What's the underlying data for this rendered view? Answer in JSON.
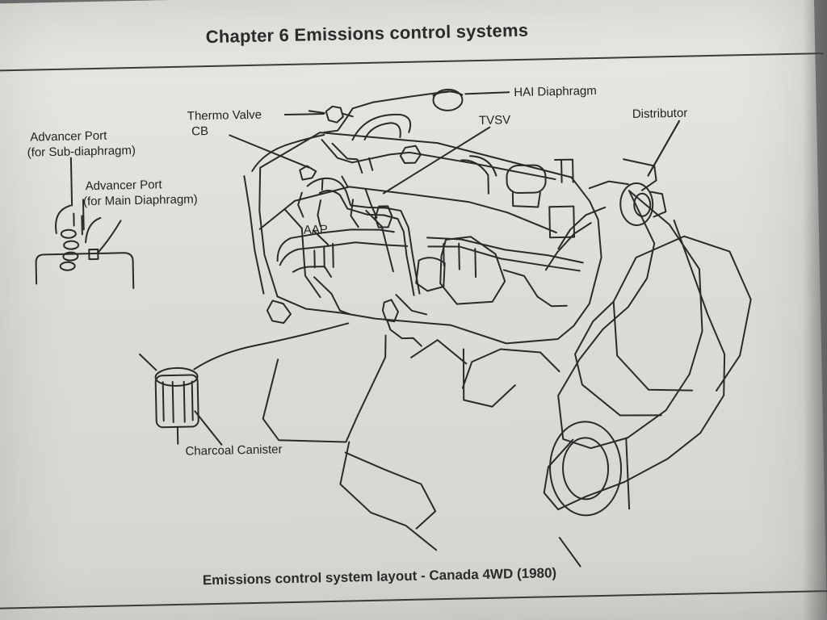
{
  "header": {
    "title": "Chapter 6   Emissions control systems"
  },
  "figure": {
    "caption": "Emissions control system layout - Canada 4WD (1980)",
    "labels": {
      "advancer_port_sub_line1": "Advancer Port",
      "advancer_port_sub_line2": "(for Sub-diaphragm)",
      "advancer_port_main_line1": "Advancer Port",
      "advancer_port_main_line2": "(for Main Diaphragm)",
      "thermo_valve": "Thermo Valve",
      "cb": "CB",
      "hai_diaphragm": "HAI Diaphragm",
      "tvsv": "TVSV",
      "distributor": "Distributor",
      "aap": "AAP",
      "charcoal_canister": "Charcoal Canister"
    }
  },
  "colors": {
    "paper": "#e4e3de",
    "ink": "#2a2a2a"
  }
}
